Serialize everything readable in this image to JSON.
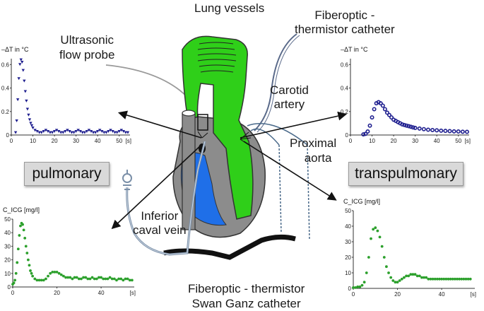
{
  "labels": {
    "lung_vessels": "Lung vessels",
    "fiberoptic_catheter": [
      "Fiberoptic -",
      "thermistor catheter"
    ],
    "ultrasonic_probe": [
      "Ultrasonic",
      "flow probe"
    ],
    "carotid_artery": [
      "Carotid",
      "artery"
    ],
    "proximal_aorta": [
      "Proximal",
      "aorta"
    ],
    "inferior_caval_vein": [
      "Inferior",
      "caval vein"
    ],
    "swan_ganz": [
      "Fiberoptic - thermistor",
      "Swan Ganz catheter"
    ]
  },
  "boxes": {
    "pulmonary": "pulmonary",
    "transpulmonary": "transpulmonary"
  },
  "colors": {
    "thermo_curve": "#1f1f8f",
    "icg_curve": "#2ca02c",
    "lung_green": "#2fcf19",
    "heart_grey": "#8c8c8c",
    "heart_blue": "#1f6fe8"
  },
  "chart_data": [
    {
      "id": "pulmonary_thermo",
      "type": "scatter",
      "ylabel": "–ΔT in °C",
      "xunit": "[s]",
      "xlim": [
        0,
        55
      ],
      "ylim": [
        0,
        0.65
      ],
      "xticks": [
        0,
        10,
        20,
        30,
        40,
        50
      ],
      "yticks": [
        0,
        0.2,
        0.4,
        0.6
      ],
      "points": [
        [
          2,
          0.02
        ],
        [
          2.5,
          0.12
        ],
        [
          3,
          0.3
        ],
        [
          3.5,
          0.48
        ],
        [
          4,
          0.6
        ],
        [
          4.5,
          0.64
        ],
        [
          5,
          0.62
        ],
        [
          5.5,
          0.55
        ],
        [
          6,
          0.46
        ],
        [
          6.5,
          0.37
        ],
        [
          7,
          0.29
        ],
        [
          7.5,
          0.22
        ],
        [
          8,
          0.17
        ],
        [
          8.5,
          0.13
        ],
        [
          9,
          0.1
        ],
        [
          9.5,
          0.08
        ],
        [
          10,
          0.06
        ],
        [
          11,
          0.04
        ],
        [
          12,
          0.03
        ],
        [
          13,
          0.02
        ],
        [
          14,
          0.02
        ],
        [
          15,
          0.03
        ],
        [
          16,
          0.04
        ],
        [
          17,
          0.03
        ],
        [
          18,
          0.02
        ],
        [
          19,
          0.02
        ],
        [
          20,
          0.03
        ],
        [
          21,
          0.04
        ],
        [
          22,
          0.03
        ],
        [
          23,
          0.02
        ],
        [
          24,
          0.02
        ],
        [
          25,
          0.03
        ],
        [
          26,
          0.04
        ],
        [
          27,
          0.03
        ],
        [
          28,
          0.02
        ],
        [
          29,
          0.02
        ],
        [
          30,
          0.03
        ],
        [
          31,
          0.04
        ],
        [
          32,
          0.03
        ],
        [
          33,
          0.02
        ],
        [
          34,
          0.02
        ],
        [
          35,
          0.03
        ],
        [
          36,
          0.04
        ],
        [
          37,
          0.03
        ],
        [
          38,
          0.02
        ],
        [
          39,
          0.02
        ],
        [
          40,
          0.03
        ],
        [
          41,
          0.04
        ],
        [
          42,
          0.03
        ],
        [
          43,
          0.02
        ],
        [
          44,
          0.02
        ],
        [
          45,
          0.03
        ],
        [
          46,
          0.04
        ],
        [
          47,
          0.03
        ],
        [
          48,
          0.02
        ],
        [
          49,
          0.02
        ],
        [
          50,
          0.03
        ],
        [
          51,
          0.04
        ],
        [
          52,
          0.03
        ],
        [
          53,
          0.02
        ],
        [
          54,
          0.02
        ]
      ]
    },
    {
      "id": "transpulmonary_thermo",
      "type": "scatter",
      "ylabel": "–ΔT in °C",
      "xunit": "[s]",
      "xlim": [
        0,
        55
      ],
      "ylim": [
        0,
        0.65
      ],
      "xticks": [
        0,
        10,
        20,
        30,
        40,
        50
      ],
      "yticks": [
        0,
        0.2,
        0.4,
        0.6
      ],
      "points": [
        [
          6,
          0.005
        ],
        [
          7,
          0.01
        ],
        [
          8,
          0.03
        ],
        [
          9,
          0.08
        ],
        [
          10,
          0.15
        ],
        [
          11,
          0.22
        ],
        [
          12,
          0.27
        ],
        [
          13,
          0.28
        ],
        [
          14,
          0.27
        ],
        [
          15,
          0.25
        ],
        [
          16,
          0.22
        ],
        [
          17,
          0.19
        ],
        [
          18,
          0.17
        ],
        [
          19,
          0.15
        ],
        [
          20,
          0.13
        ],
        [
          21,
          0.12
        ],
        [
          22,
          0.11
        ],
        [
          23,
          0.1
        ],
        [
          24,
          0.09
        ],
        [
          25,
          0.085
        ],
        [
          26,
          0.08
        ],
        [
          27,
          0.075
        ],
        [
          28,
          0.07
        ],
        [
          29,
          0.065
        ],
        [
          30,
          0.06
        ],
        [
          32,
          0.055
        ],
        [
          34,
          0.05
        ],
        [
          36,
          0.045
        ],
        [
          38,
          0.042
        ],
        [
          40,
          0.04
        ],
        [
          42,
          0.037
        ],
        [
          44,
          0.035
        ],
        [
          46,
          0.033
        ],
        [
          48,
          0.031
        ],
        [
          50,
          0.03
        ],
        [
          52,
          0.028
        ],
        [
          54,
          0.027
        ]
      ]
    },
    {
      "id": "pulmonary_icg",
      "type": "scatter",
      "ylabel": "C_ICG [mg/l]",
      "xunit": "[s]",
      "xlim": [
        0,
        55
      ],
      "ylim": [
        0,
        50
      ],
      "xticks": [
        0,
        20,
        40
      ],
      "yticks": [
        0,
        10,
        20,
        30,
        40,
        50
      ],
      "points": [
        [
          0,
          2
        ],
        [
          0.5,
          3
        ],
        [
          1,
          5
        ],
        [
          1.5,
          10
        ],
        [
          2,
          18
        ],
        [
          2.5,
          28
        ],
        [
          3,
          38
        ],
        [
          3.5,
          45
        ],
        [
          4,
          47
        ],
        [
          4.5,
          46
        ],
        [
          5,
          42
        ],
        [
          5.5,
          36
        ],
        [
          6,
          30
        ],
        [
          6.5,
          25
        ],
        [
          7,
          20
        ],
        [
          7.5,
          16
        ],
        [
          8,
          12
        ],
        [
          8.5,
          10
        ],
        [
          9,
          8
        ],
        [
          10,
          6
        ],
        [
          11,
          5
        ],
        [
          12,
          5
        ],
        [
          13,
          5
        ],
        [
          14,
          5
        ],
        [
          15,
          6
        ],
        [
          16,
          8
        ],
        [
          17,
          10
        ],
        [
          18,
          11
        ],
        [
          19,
          11
        ],
        [
          20,
          11
        ],
        [
          21,
          10
        ],
        [
          22,
          9
        ],
        [
          23,
          8
        ],
        [
          24,
          7
        ],
        [
          25,
          7
        ],
        [
          26,
          7
        ],
        [
          27,
          6
        ],
        [
          28,
          7
        ],
        [
          29,
          7
        ],
        [
          30,
          6
        ],
        [
          31,
          6
        ],
        [
          32,
          7
        ],
        [
          33,
          7
        ],
        [
          34,
          6
        ],
        [
          35,
          6
        ],
        [
          36,
          7
        ],
        [
          37,
          6
        ],
        [
          38,
          6
        ],
        [
          39,
          7
        ],
        [
          40,
          7
        ],
        [
          41,
          6
        ],
        [
          42,
          6
        ],
        [
          43,
          6
        ],
        [
          44,
          7
        ],
        [
          45,
          6
        ],
        [
          46,
          6
        ],
        [
          47,
          5
        ],
        [
          48,
          6
        ],
        [
          49,
          6
        ],
        [
          50,
          5
        ],
        [
          51,
          6
        ],
        [
          52,
          6
        ],
        [
          53,
          5
        ],
        [
          54,
          5
        ]
      ]
    },
    {
      "id": "transpulmonary_icg",
      "type": "scatter",
      "ylabel": "C_ICG [mg/l]",
      "xunit": "[s]",
      "xlim": [
        0,
        55
      ],
      "ylim": [
        0,
        50
      ],
      "xticks": [
        0,
        20,
        40
      ],
      "yticks": [
        0,
        10,
        20,
        30,
        40,
        50
      ],
      "points": [
        [
          0,
          0.5
        ],
        [
          1,
          0.5
        ],
        [
          2,
          1
        ],
        [
          3,
          1
        ],
        [
          4,
          2
        ],
        [
          5,
          4
        ],
        [
          6,
          10
        ],
        [
          7,
          20
        ],
        [
          8,
          32
        ],
        [
          9,
          38
        ],
        [
          10,
          39
        ],
        [
          11,
          37
        ],
        [
          12,
          33
        ],
        [
          13,
          27
        ],
        [
          14,
          20
        ],
        [
          15,
          14
        ],
        [
          16,
          10
        ],
        [
          17,
          7
        ],
        [
          18,
          5
        ],
        [
          19,
          4
        ],
        [
          20,
          4
        ],
        [
          21,
          5
        ],
        [
          22,
          6
        ],
        [
          23,
          7
        ],
        [
          24,
          8
        ],
        [
          25,
          8
        ],
        [
          26,
          9
        ],
        [
          27,
          9
        ],
        [
          28,
          9
        ],
        [
          29,
          8
        ],
        [
          30,
          8
        ],
        [
          31,
          7
        ],
        [
          32,
          7
        ],
        [
          33,
          7
        ],
        [
          34,
          6
        ],
        [
          35,
          6
        ],
        [
          36,
          6
        ],
        [
          37,
          6
        ],
        [
          38,
          6
        ],
        [
          39,
          6
        ],
        [
          40,
          6
        ],
        [
          41,
          6
        ],
        [
          42,
          6
        ],
        [
          43,
          6
        ],
        [
          44,
          6
        ],
        [
          45,
          6
        ],
        [
          46,
          6
        ],
        [
          47,
          6
        ],
        [
          48,
          6
        ],
        [
          49,
          6
        ],
        [
          50,
          6
        ],
        [
          51,
          6
        ],
        [
          52,
          6
        ],
        [
          53,
          6
        ]
      ]
    }
  ]
}
